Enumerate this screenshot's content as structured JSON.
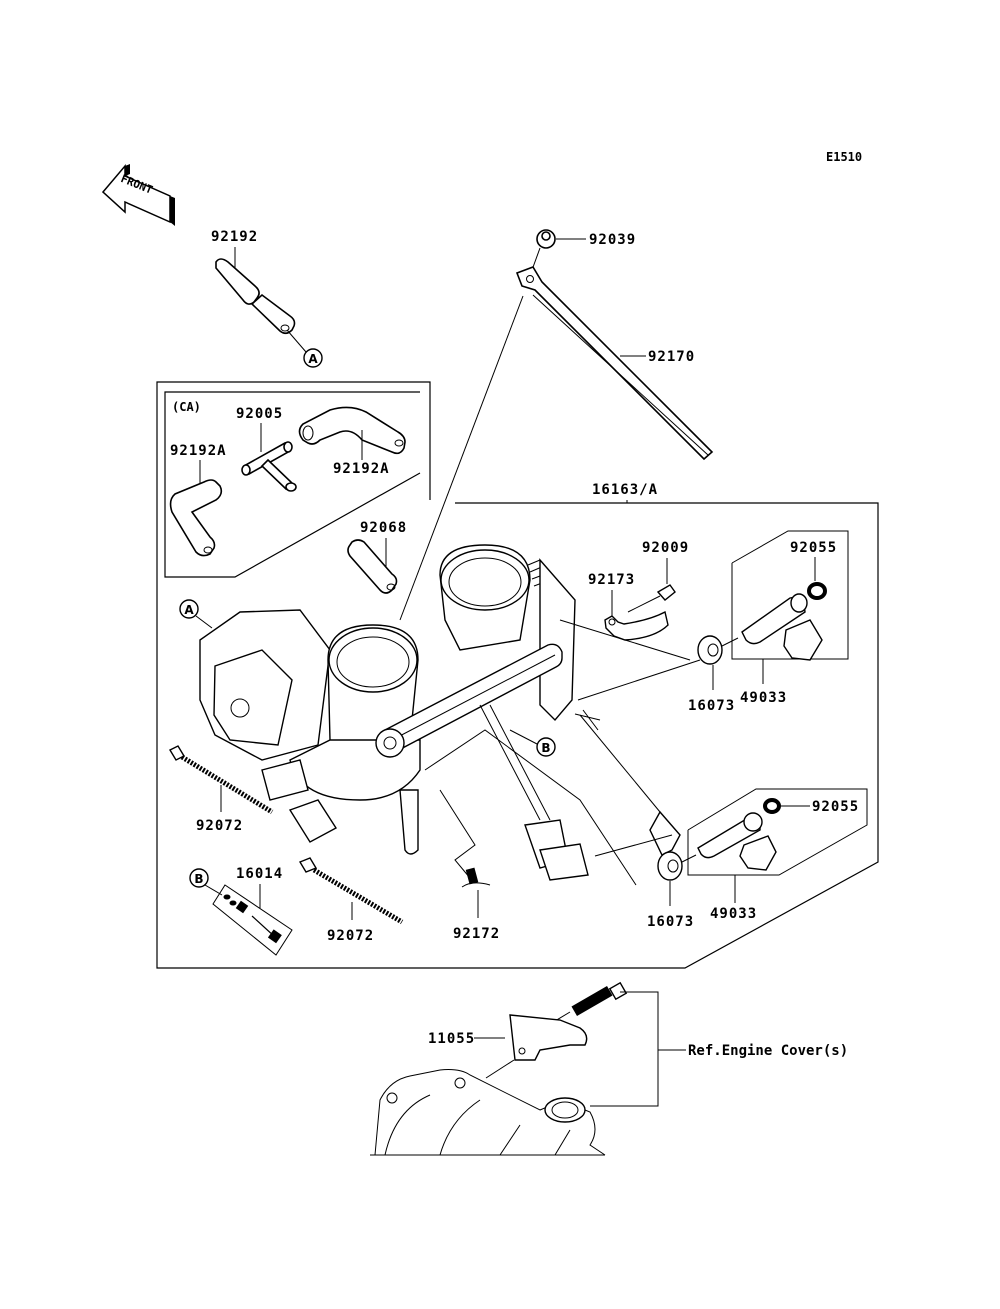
{
  "diagram_code": "E1510",
  "front_indicator": "FRONT",
  "group_label": "(CA)",
  "reference_marks": {
    "a": "A",
    "b": "B"
  },
  "reference_note": "Ref.Engine Cover(s)",
  "parts": {
    "hose_92192": "92192",
    "bolt_92039": "92039",
    "stay_92170": "92170",
    "assy_16163": "16163/A",
    "joint_92005": "92005",
    "hose_92192a_left": "92192A",
    "hose_92192a_right": "92192A",
    "hose_92068": "92068",
    "screw_92009": "92009",
    "clamp_92173": "92173",
    "oring_92055_top": "92055",
    "injector_49033_top": "49033",
    "seal_16073_top": "16073",
    "oring_92055_bottom": "92055",
    "injector_49033_bottom": "49033",
    "seal_16073_bottom": "16073",
    "band_92072_left": "92072",
    "band_92072_mid": "92072",
    "screw_kit_16014": "16014",
    "screw_92172": "92172",
    "bracket_11055": "11055"
  }
}
